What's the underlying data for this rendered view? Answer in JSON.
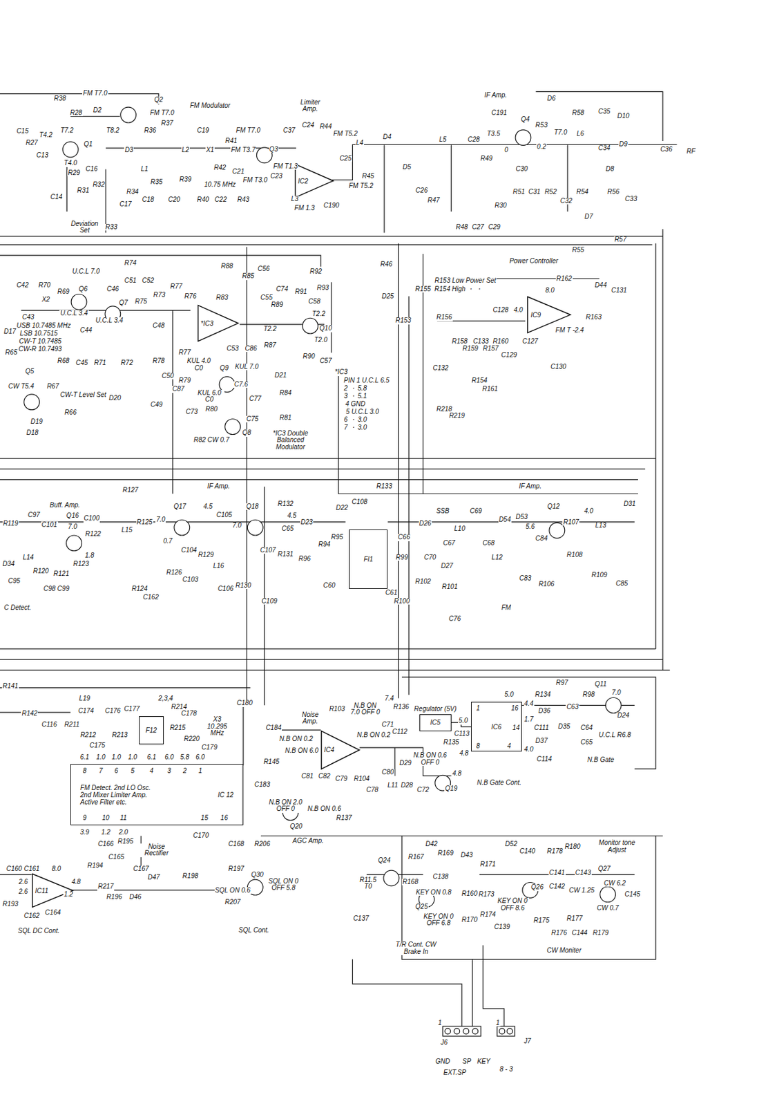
{
  "diagram": {
    "nodes": [
      {
        "text": [
          "FM Detect. 2nd LO Osc. 2nd Mixer Limiter Amp. Active Filter etc.",
          "IC 12"
        ]
      },
      {
        "text": [
          "F12"
        ]
      },
      {
        "text": [
          "Regulator (5V)",
          "IC5"
        ]
      },
      {
        "text": [
          "IC6"
        ]
      },
      {
        "text": [
          "FI1"
        ]
      },
      {
        "text": [
          "IC2"
        ]
      },
      {
        "text": [
          "*IC3"
        ]
      },
      {
        "text": [
          "IC9"
        ]
      },
      {
        "text": [
          "IC4"
        ]
      },
      {
        "text": [
          "IC11"
        ]
      }
    ],
    "edges": [
      {
        "from": 2,
        "to": 3,
        "arrow": "none"
      }
    ],
    "labels": [
      "R38",
      "FM T7.0",
      "Q2",
      "R28",
      "D2",
      "FM T7.0",
      "T8.2",
      "FM Modulator",
      "Limiter Amp.",
      "IF Amp.",
      "D6",
      "Q4",
      "C191",
      "R53",
      "R58",
      "C35",
      "D10",
      "T7.2",
      "Q1",
      "R27",
      "T4.2",
      "C15",
      "C13",
      "T4.0",
      "R29",
      "C16",
      "R31",
      "R32",
      "C14",
      "Deviation Set",
      "R33",
      "R36",
      "R37",
      "C19",
      "D3",
      "L1",
      "R34",
      "R35",
      "L2",
      "X1",
      "C17",
      "C18",
      "R39",
      "C20",
      "R40",
      "10.75 MHz",
      "R41",
      "FM T7.0",
      "FM T3.7",
      "Q3",
      "FM T1.3",
      "C37",
      "C24",
      "R44",
      "FM T5.2",
      "R42",
      "C21",
      "FM T3.0",
      "C23",
      "C22",
      "R43",
      "L3",
      "FM 1.3",
      "C25",
      "L4",
      "R45",
      "FM T5.2",
      "C190",
      "D4",
      "D5",
      "L5",
      "C28",
      "T3.5",
      "0",
      "0.2",
      "T7.0",
      "L6",
      "C34",
      "D9",
      "C36",
      "RF",
      "R49",
      "C30",
      "C26",
      "R47",
      "R48",
      "C27",
      "C29",
      "R30",
      "R51",
      "C31",
      "R52",
      "C32",
      "R54",
      "R56",
      "C33",
      "D8",
      "D7",
      "R55",
      "R57",
      "R74",
      "R88",
      "R85",
      "C56",
      "R92",
      "U.C.L 7.0",
      "C42",
      "R70",
      "R69",
      "Q6",
      "C46",
      "C51",
      "C52",
      "R75",
      "R73",
      "R77",
      "R76",
      "Q7",
      "R83",
      "C55",
      "C74",
      "R89",
      "R91",
      "R93",
      "C58",
      "T2.2",
      "C43",
      "X2",
      "U.C.L 3.4",
      "USB 10.7485 MHz",
      "LSB 10.7515",
      "CW-T 10.7485",
      "CW-R 10.7493",
      "C44",
      "U.C.L 3.4",
      "C48",
      "C53",
      "C86",
      "T2.2",
      "Q10",
      "R87",
      "T2.0",
      "D17",
      "R68",
      "C45",
      "R71",
      "R72",
      "R78",
      "R77",
      "R90",
      "C57",
      "R65",
      "Q5",
      "CW T5.4",
      "R67",
      "CW-T Level Set",
      "R66",
      "D20",
      "C49",
      "C50",
      "C87",
      "R79",
      "R80",
      "C73",
      "KUL 4.0 C0",
      "Q9",
      "KUL 7.0",
      "C7.6",
      "KUL 6.0 C0",
      "C77",
      "D21",
      "R84",
      "R81",
      "C75",
      "Q8",
      "R82 CW 0.7",
      "*IC3 Double Balanced Modulator",
      "D19",
      "D18",
      "*IC3",
      "PIN 1 U.C.L 6.5",
      "2 ・ 5.8",
      "3 ・ 5.1",
      "4 GND",
      "5 U.C.L 3.0",
      "6 ・ 3.0",
      "7 ・ 3.0",
      "Power Controller",
      "R153 Low Power Set",
      "R154 High ・ ・",
      "R162",
      "8.0",
      "D44",
      "C131",
      "4.0",
      "C128",
      "FM T -2.4",
      "R163",
      "C127",
      "R155",
      "R153",
      "R156",
      "R46",
      "D25",
      "R158",
      "R159",
      "C133",
      "R157",
      "R160",
      "C129",
      "C130",
      "C132",
      "R218",
      "R219",
      "R154",
      "R161",
      "R127",
      "IF Amp.",
      "R133",
      "IF Amp.",
      "C97",
      "C101",
      "Buff. Amp.",
      "Q16",
      "C100",
      "7.0",
      "R119",
      "R122",
      "L15",
      "R125",
      "Q17",
      "4.5",
      "C105",
      "Q18",
      "R132",
      "4.5",
      "7.0",
      "7.0",
      "0.7",
      "1.8",
      "L14",
      "D34",
      "C65",
      "D23",
      "D22",
      "C108",
      "R94",
      "R95",
      "R96",
      "R131",
      "C107",
      "C104",
      "R129",
      "L16",
      "C103",
      "R126",
      "C106",
      "R130",
      "C109",
      "R123",
      "R120",
      "R121",
      "C98 C99",
      "R124",
      "C162",
      "C95",
      "C Detect.",
      "C60",
      "C61",
      "R100",
      "R99",
      "C66",
      "D26",
      "SSB",
      "C69",
      "L10",
      "C67",
      "C68",
      "D27",
      "C70",
      "R102",
      "R101",
      "D54",
      "D53",
      "5.6",
      "Q12",
      "R107",
      "4.0",
      "L13",
      "D31",
      "C84",
      "L12",
      "C83",
      "R106",
      "R108",
      "R109",
      "C85",
      "FM",
      "C76",
      "R141",
      "L19",
      "C174",
      "C176",
      "C177",
      "2,3,4",
      "R214",
      "C178",
      "C180",
      "R142",
      "C116",
      "R211",
      "R212",
      "R213",
      "R215",
      "R220",
      "X3 10.295 MHz",
      "C175",
      "C179",
      "6.1",
      "1.0",
      "1.0",
      "1.0",
      "6.1",
      "6.0",
      "5.8",
      "6.0",
      "8",
      "7",
      "6",
      "5",
      "4",
      "3",
      "2",
      "1",
      "9",
      "10",
      "11",
      "15",
      "16",
      "3.9",
      "1.2",
      "2.0",
      "C184",
      "R145",
      "Noise Amp.",
      "N.B ON 0.2",
      "N.B ON 0.2",
      "N.B ON 7.0 OFF 0",
      "R103",
      "N.B ON 6.0",
      "C71",
      "C81",
      "C82",
      "C79",
      "R104",
      "C78",
      "C80",
      "L11",
      "D28",
      "D29",
      "C72",
      "N.B ON 0.6 OFF 0",
      "Q19",
      "4.8",
      "N.B Gate Cont.",
      "C183",
      "N.B ON 2.0 OFF 0",
      "N.B ON 0.6",
      "R137",
      "Q20",
      "AGC Amp.",
      "7.4",
      "R136",
      "C112",
      "C113",
      "5.0",
      "R135",
      "5.0",
      "R134",
      "R97",
      "R98",
      "C63",
      "Q11",
      "7.0",
      "D24",
      "4.4",
      "D36",
      "C111",
      "D35",
      "1.7",
      "14",
      "16",
      "1",
      "8",
      "4",
      "4.0",
      "D37",
      "C114",
      "4.8",
      "C64",
      "C65",
      "U.C.L R6.8",
      "N.B Gate",
      "Noise Rectifier",
      "C166",
      "R195",
      "C165",
      "R194",
      "C167",
      "D47",
      "R217",
      "R196",
      "D46",
      "R198",
      "R197",
      "R207",
      "SQL ON 0.6",
      "Q30",
      "C170",
      "C168",
      "R206",
      "SQL ON 0 OFF 5.8",
      "SQL Cont.",
      "C160",
      "C161",
      "8.0",
      "4.8",
      "2.6",
      "2.6",
      "1.2",
      "C164",
      "R193",
      "C162",
      "SQL DC Cont.",
      "R11.5 T0",
      "Q24",
      "R167",
      "D42",
      "R169",
      "D43",
      "R168",
      "C138",
      "KEY ON 0.8",
      "Q25",
      "KEY ON 0 OFF 6.8",
      "R160",
      "R170",
      "C137",
      "T/R Cont. CW Brake In",
      "D52",
      "C140",
      "R171",
      "R178",
      "R180",
      "Monitor tone Adjust",
      "C141",
      "C143",
      "C142",
      "CW 1.25",
      "Q27",
      "CW 6.2",
      "C145",
      "R173",
      "KEY ON 0 OFF 8.6",
      "Q26",
      "R174",
      "C139",
      "R175",
      "R176",
      "R177",
      "CW 0.7",
      "C144",
      "R179",
      "CW Moniter",
      "J6",
      "1",
      "GND",
      "EXT.SP",
      "SP",
      "KEY",
      "1",
      "J7",
      "8 - 3"
    ]
  }
}
